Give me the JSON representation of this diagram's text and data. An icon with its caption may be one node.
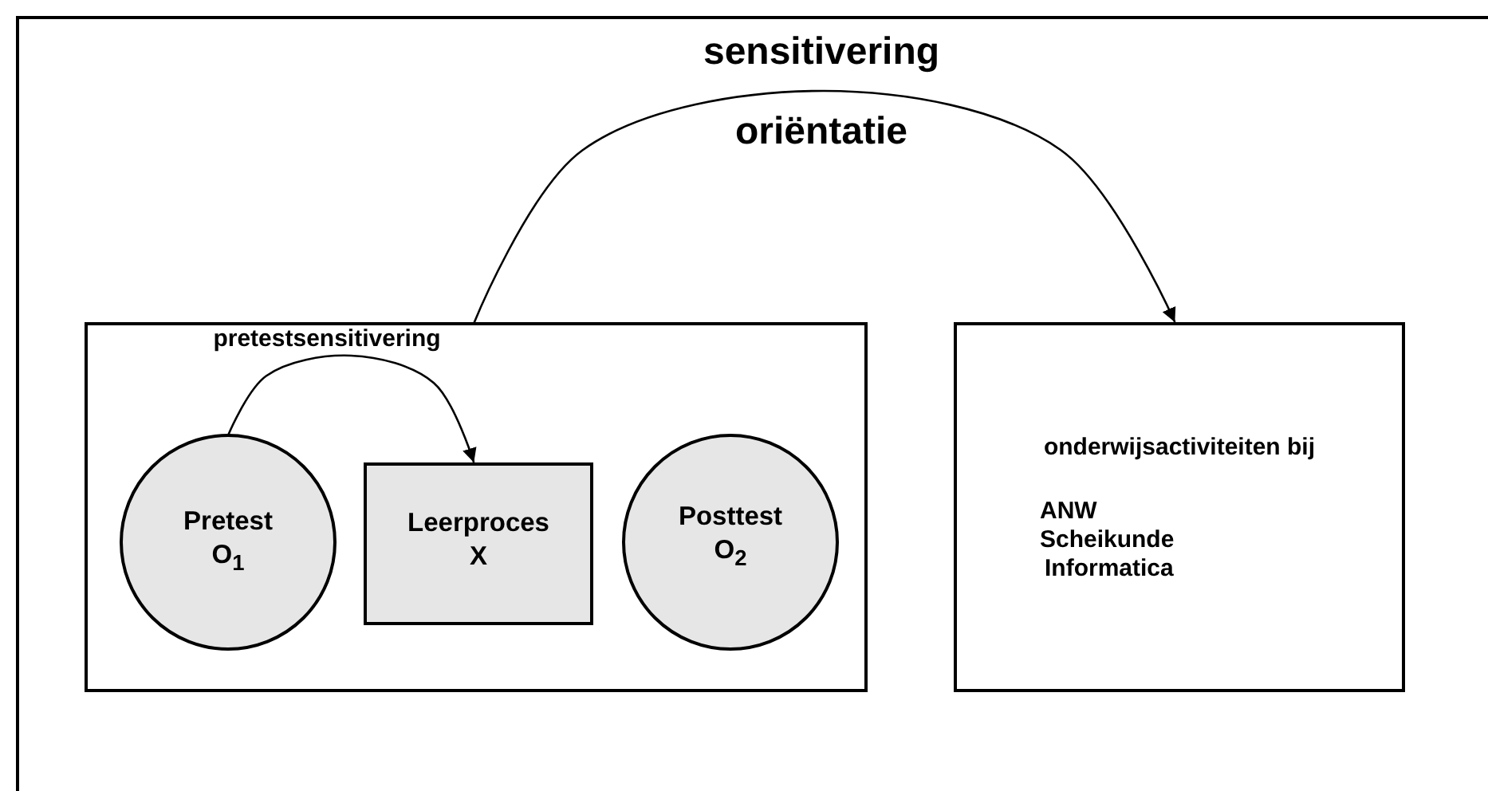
{
  "diagram": {
    "nodes": [
      {
        "text": [],
        "shape": "box"
      },
      {
        "text": [
          "Pretest O$_{1}$"
        ],
        "in": 0
      },
      {
        "text": [
          "Leerproces X"
        ],
        "in": 0
      },
      {
        "text": [
          "Posttest O$_{2}$"
        ],
        "in": 0
      },
      {
        "text": [
          "onderwijsactiviteiten bij",
          "ANW",
          "Scheikunde",
          "Informatica"
        ]
      }
    ],
    "edges": [
      {
        "from": 0,
        "to": 4,
        "arrow": "to",
        "label": "sensitivering"
      },
      {
        "from": 1,
        "to": 2,
        "arrow": "to",
        "label": "pretestsensitivering"
      }
    ],
    "labels": [
      "oriëntatie"
    ]
  }
}
